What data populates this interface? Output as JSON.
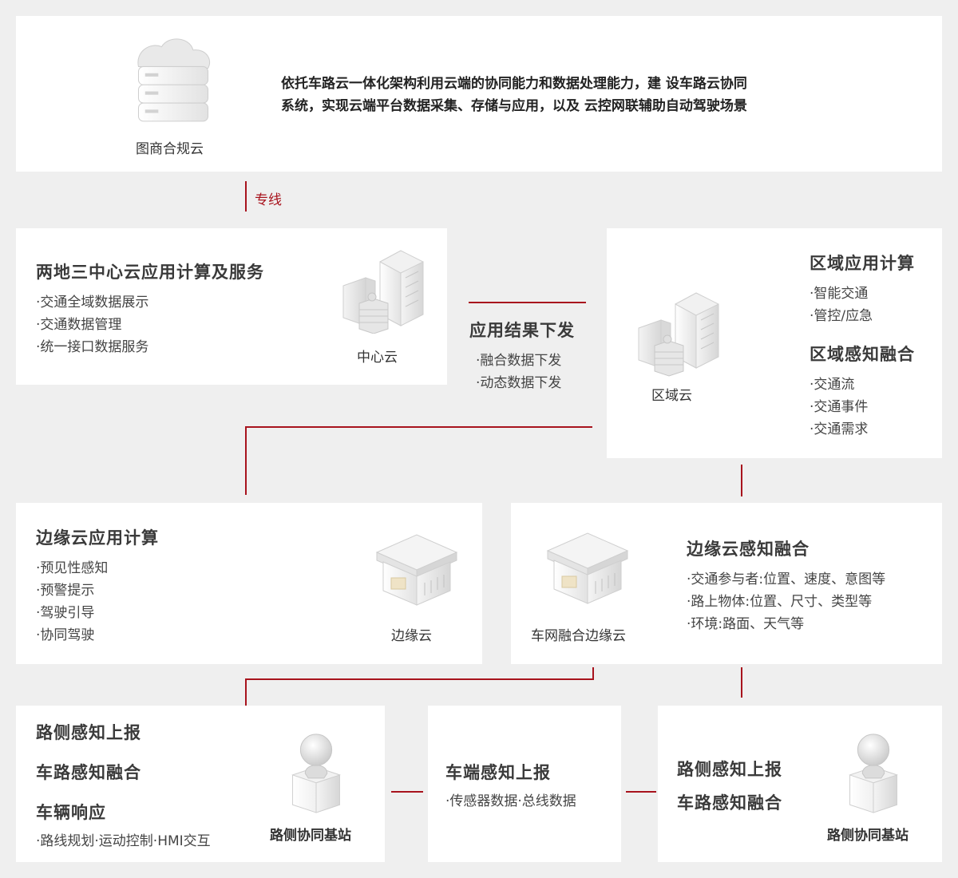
{
  "top": {
    "cloud_label": "图商合规云",
    "desc_line1": "依托车路云一体化架构利用云端的协同能力和数据处理能力，建 设车路云协同",
    "desc_line2": "系统，实现云端平台数据采集、存储与应用，以及 云控网联辅助自动驾驶场景"
  },
  "link_label": "专线",
  "center": {
    "title": "两地三中心云应用计算及服务",
    "items": [
      "·交通全域数据展示",
      "·交通数据管理",
      "·统一接口数据服务"
    ],
    "icon_label": "中心云"
  },
  "dispatch": {
    "title": "应用结果下发",
    "items": [
      "·融合数据下发",
      "·动态数据下发"
    ]
  },
  "region": {
    "icon_label": "区域云",
    "title1": "区域应用计算",
    "items1": [
      "·智能交通",
      "·管控/应急"
    ],
    "title2": "区域感知融合",
    "items2": [
      "·交通流",
      "·交通事件",
      "·交通需求"
    ]
  },
  "edge": {
    "title": "边缘云应用计算",
    "items": [
      "·预见性感知",
      "·预警提示",
      "·驾驶引导",
      "·协同驾驶"
    ],
    "icon_label": "边缘云"
  },
  "edge_fusion": {
    "icon_label": "车网融合边缘云",
    "title": "边缘云感知融合",
    "items": [
      "·交通参与者:位置、速度、意图等",
      "·路上物体:位置、尺寸、类型等",
      "·环境:路面、天气等"
    ]
  },
  "roadside_left": {
    "title1": "路侧感知上报",
    "title2": "车路感知融合",
    "title3": "车辆响应",
    "item": "·路线规划·运动控制·HMI交互",
    "icon_label": "路侧协同基站"
  },
  "vehicle": {
    "title": "车端感知上报",
    "item": "·传感器数据·总线数据"
  },
  "roadside_right": {
    "title1": "路侧感知上报",
    "title2": "车路感知融合",
    "icon_label": "路侧协同基站"
  },
  "colors": {
    "accent": "#a8131d",
    "panel": "#ffffff",
    "background": "#efefef"
  },
  "icons": [
    "cloud-server-icon",
    "building-server-icon",
    "edge-box-icon",
    "station-figure-icon"
  ]
}
